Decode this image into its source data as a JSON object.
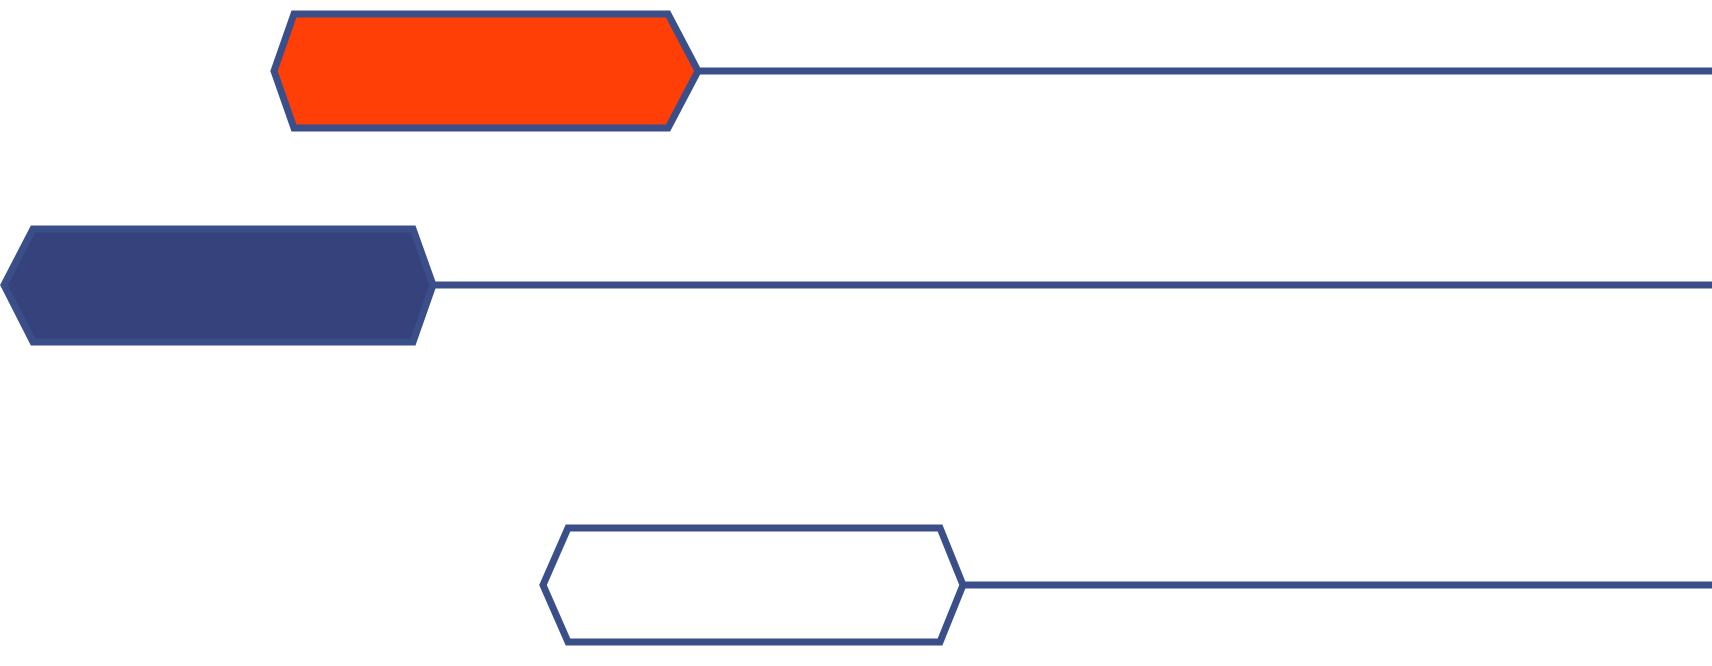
{
  "colors": {
    "stroke": "#3a4f8a",
    "orange_fill": "#ff3f05",
    "navy_fill": "#36427c",
    "empty_fill": "#ffffff"
  },
  "nodes": [
    {
      "id": "node-orange",
      "fill_key": "orange_fill"
    },
    {
      "id": "node-navy",
      "fill_key": "navy_fill"
    },
    {
      "id": "node-empty",
      "fill_key": "empty_fill"
    }
  ]
}
